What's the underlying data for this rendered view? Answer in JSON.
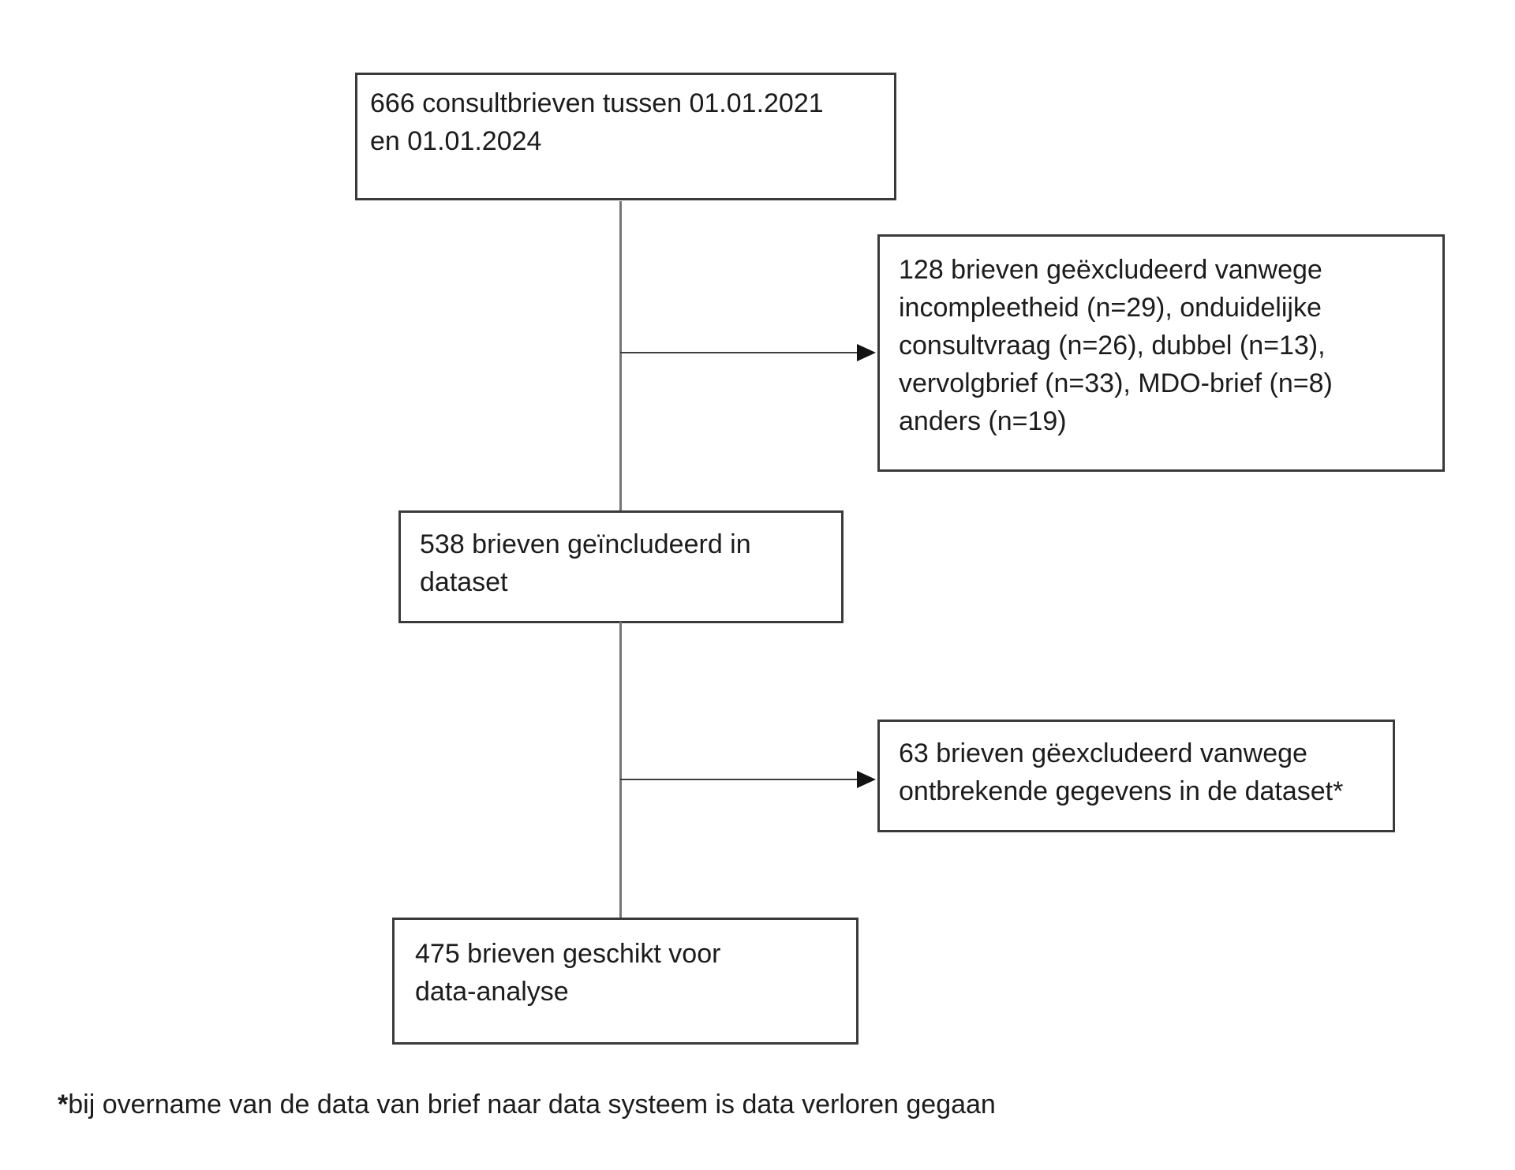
{
  "diagram": {
    "type": "flowchart",
    "language": "nl",
    "nodes": [
      {
        "id": "consultbrieven-totaal",
        "count": "666",
        "lines": [
          "666 consultbrieven tussen 01.01.2021",
          "en 01.01.2024"
        ]
      },
      {
        "id": "exclusie-ronde-1",
        "count": "128",
        "lines": [
          "128 brieven geëxcludeerd vanwege",
          "incompleetheid (n=29), onduidelijke",
          "consultvraag (n=26), dubbel (n=13),",
          "vervolgbrief (n=33), MDO-brief (n=8)",
          "anders (n=19)"
        ]
      },
      {
        "id": "geincludeerd-dataset",
        "count": "538",
        "lines": [
          "538 brieven geïncludeerd in",
          "dataset"
        ]
      },
      {
        "id": "exclusie-ronde-2",
        "count": "63",
        "lines": [
          "63 brieven gëexcludeerd vanwege",
          "ontbrekende gegevens in de dataset*"
        ]
      },
      {
        "id": "geschikt-analyse",
        "count": "475",
        "lines": [
          "475 brieven geschikt voor",
          "data-analyse"
        ]
      }
    ],
    "footnote": {
      "marker": "*",
      "text": "bij overname van de data van brief naar data systeem is data verloren gegaan"
    }
  },
  "colors": {
    "background": "#ffffff",
    "box_border": "#3a3a3a",
    "connector": "#757575",
    "arrow_shaft": "#3f3f3f",
    "arrowhead": "#131313",
    "text": "#1c1c1c"
  }
}
